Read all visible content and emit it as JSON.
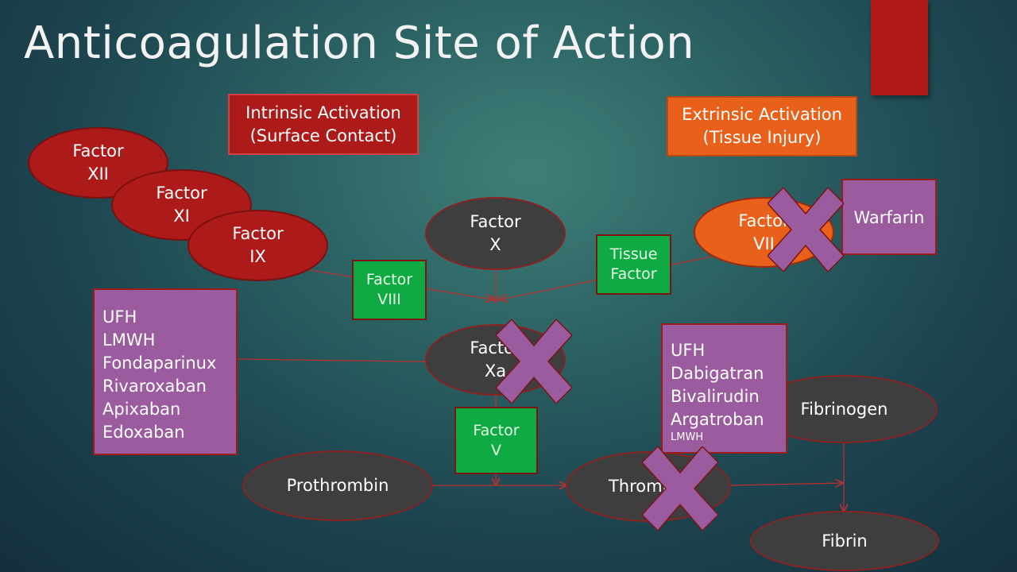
{
  "slide": {
    "title": "Anticoagulation Site of Action"
  },
  "pathways": {
    "intrinsic": "Intrinsic Activation\n(Surface Contact)",
    "extrinsic": "Extrinsic Activation\n(Tissue Injury)"
  },
  "factors": {
    "xii": "Factor\nXII",
    "xi": "Factor\nXI",
    "ix": "Factor\nIX",
    "x": "Factor\nX",
    "vii": "Factor\nVII",
    "xa": "Factor\nXa",
    "viii": "Factor\nVIII",
    "tissue_factor": "Tissue\nFactor",
    "v": "Factor\nV",
    "prothrombin": "Prothrombin",
    "thrombin": "Thrombin",
    "fibrinogen": "Fibrinogen",
    "fibrin": "Fibrin"
  },
  "drugs": {
    "warfarin": "Warfarin",
    "xa_inhibitors": [
      "UFH",
      "LMWH",
      "Fondaparinux",
      "Rivaroxaban",
      "Apixaban",
      "Edoxaban"
    ],
    "thrombin_inhibitors": [
      "UFH",
      "Dabigatran",
      "Bivalirudin",
      "Argatroban"
    ],
    "thrombin_inhibitors_note": "LMWH"
  },
  "colors": {
    "intrinsic_factor": "#ad1a1a",
    "neutral_factor": "#3e3e3e",
    "extrinsic_factor": "#e8601a",
    "cofactor": "#10aa45",
    "drug_box": "#9b5b9f",
    "block_mark": "#9b5b9f"
  },
  "icons": {
    "block": "x-mark-icon"
  }
}
